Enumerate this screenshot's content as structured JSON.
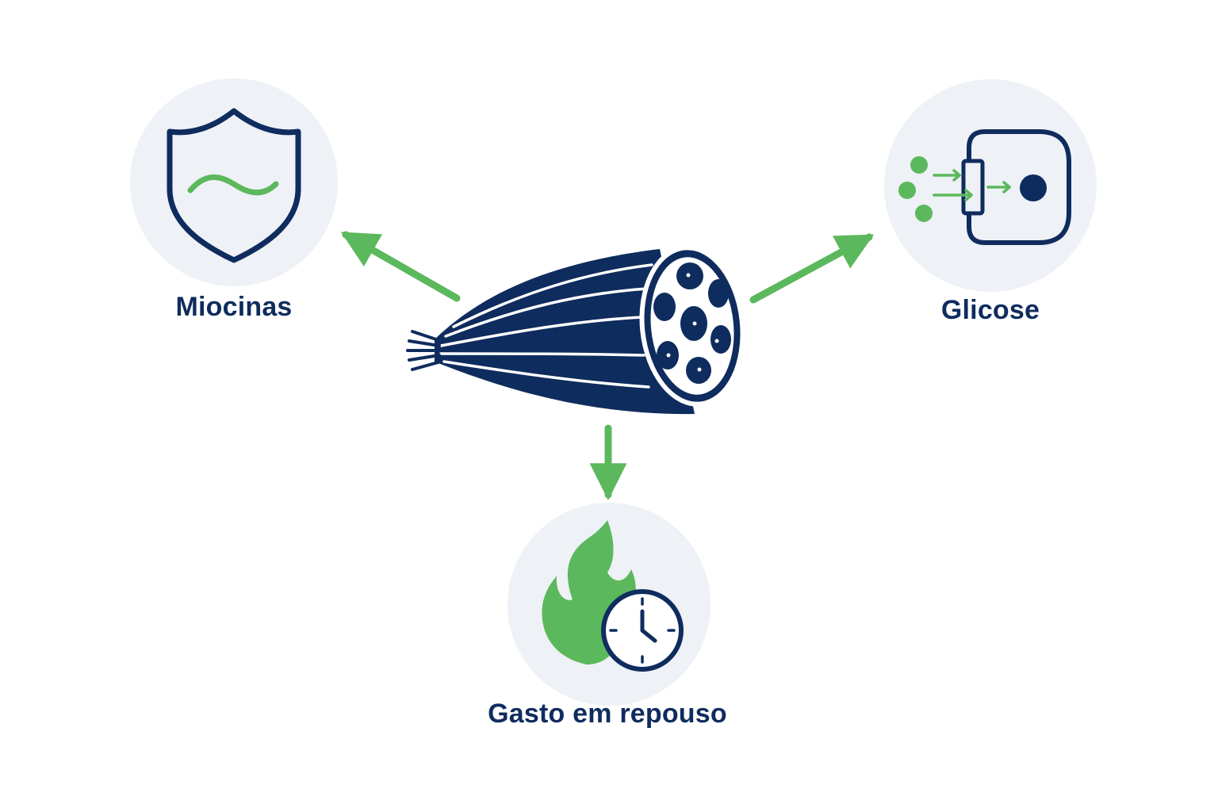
{
  "colors": {
    "navy": "#0f2c5e",
    "green": "#5cb85c",
    "circle_bg": "#eef1f6",
    "background": "#ffffff"
  },
  "nodes": {
    "center": {
      "icon": "muscle-fiber-bundle-icon"
    },
    "miocinas": {
      "label": "Miocinas",
      "icon": "shield-wave-icon"
    },
    "glicose": {
      "label": "Glicose",
      "icon": "glucose-uptake-cell-icon"
    },
    "gasto": {
      "label": "Gasto em repouso",
      "icon": "flame-clock-icon"
    }
  },
  "edges": [
    {
      "from": "center",
      "to": "miocinas"
    },
    {
      "from": "center",
      "to": "glicose"
    },
    {
      "from": "center",
      "to": "gasto"
    }
  ]
}
